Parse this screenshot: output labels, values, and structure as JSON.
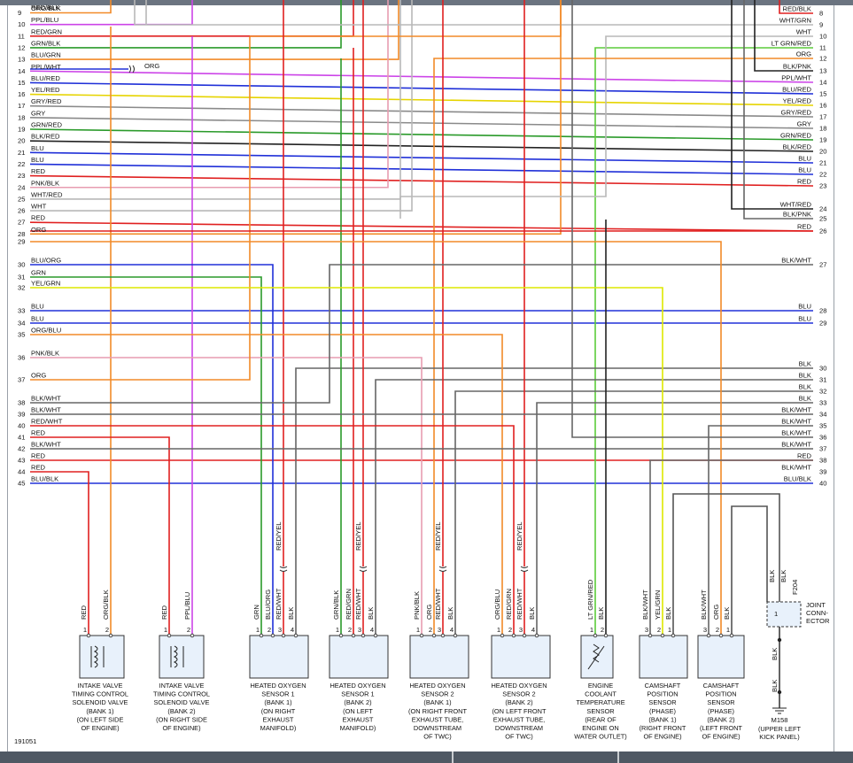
{
  "diagram_id": "191051",
  "left_pins": [
    {
      "pin": "9",
      "label": "ORG/BLK",
      "color": "#f28a28"
    },
    {
      "pin": "10",
      "label": "PPL/BLU",
      "color": "#cc44e8"
    },
    {
      "pin": "11",
      "label": "RED/GRN",
      "color": "#e02020"
    },
    {
      "pin": "12",
      "label": "GRN/BLK",
      "color": "#2a9a2a"
    },
    {
      "pin": "13",
      "label": "BLU/GRN",
      "color": "#2030d8"
    },
    {
      "pin": "14",
      "label": "PPL/WHT",
      "color": "#cc44e8"
    },
    {
      "pin": "15",
      "label": "BLU/RED",
      "color": "#2030d8"
    },
    {
      "pin": "16",
      "label": "YEL/RED",
      "color": "#e6d400"
    },
    {
      "pin": "17",
      "label": "GRY/RED",
      "color": "#8a8a8a"
    },
    {
      "pin": "18",
      "label": "GRY",
      "color": "#8a8a8a"
    },
    {
      "pin": "19",
      "label": "GRN/RED",
      "color": "#2a9a2a"
    },
    {
      "pin": "20",
      "label": "BLK/RED",
      "color": "#222222"
    },
    {
      "pin": "21",
      "label": "BLU",
      "color": "#2030d8"
    },
    {
      "pin": "22",
      "label": "BLU",
      "color": "#2030d8"
    },
    {
      "pin": "23",
      "label": "RED",
      "color": "#e02020"
    },
    {
      "pin": "24",
      "label": "PNK/BLK",
      "color": "#e79cb0"
    },
    {
      "pin": "25",
      "label": "WHT/RED",
      "color": "#b8b8b8"
    },
    {
      "pin": "26",
      "label": "WHT",
      "color": "#b8b8b8"
    },
    {
      "pin": "27",
      "label": "RED",
      "color": "#e02020"
    },
    {
      "pin": "28",
      "label": "ORG",
      "color": "#f28a28"
    },
    {
      "pin": "29",
      "label": "",
      "color": ""
    },
    {
      "pin": "30",
      "label": "BLU/ORG",
      "color": "#2030d8"
    },
    {
      "pin": "31",
      "label": "GRN",
      "color": "#2a9a2a"
    },
    {
      "pin": "32",
      "label": "YEL/GRN",
      "color": "#dde800"
    },
    {
      "pin": "33",
      "label": "BLU",
      "color": "#2030d8"
    },
    {
      "pin": "34",
      "label": "BLU",
      "color": "#2030d8"
    },
    {
      "pin": "35",
      "label": "ORG/BLU",
      "color": "#f28a28"
    },
    {
      "pin": "36",
      "label": "PNK/BLK",
      "color": "#e79cb0"
    },
    {
      "pin": "37",
      "label": "ORG",
      "color": "#f28a28"
    },
    {
      "pin": "38",
      "label": "BLK/WHT",
      "color": "#666666"
    },
    {
      "pin": "39",
      "label": "BLK/WHT",
      "color": "#666666"
    },
    {
      "pin": "40",
      "label": "RED/WHT",
      "color": "#e02020"
    },
    {
      "pin": "41",
      "label": "RED",
      "color": "#e02020"
    },
    {
      "pin": "42",
      "label": "BLK/WHT",
      "color": "#666666"
    },
    {
      "pin": "43",
      "label": "RED",
      "color": "#e02020"
    },
    {
      "pin": "44",
      "label": "RED",
      "color": "#e02020"
    },
    {
      "pin": "45",
      "label": "BLU/BLK",
      "color": "#2030d8"
    }
  ],
  "top_partial_left": {
    "label": "RED/BLK"
  },
  "right_pins": [
    {
      "pin": "8",
      "label": "RED/BLK",
      "color": "#e02020"
    },
    {
      "pin": "9",
      "label": "WHT/GRN",
      "color": "#b8b8b8"
    },
    {
      "pin": "10",
      "label": "WHT",
      "color": "#b8b8b8"
    },
    {
      "pin": "11",
      "label": "LT GRN/RED",
      "color": "#5ccc3a"
    },
    {
      "pin": "12",
      "label": "ORG",
      "color": "#f28a28"
    },
    {
      "pin": "13",
      "label": "BLK/PNK",
      "color": "#222222"
    },
    {
      "pin": "14",
      "label": "PPL/WHT",
      "color": "#cc44e8"
    },
    {
      "pin": "15",
      "label": "BLU/RED",
      "color": "#2030d8"
    },
    {
      "pin": "16",
      "label": "YEL/RED",
      "color": "#e6d400"
    },
    {
      "pin": "17",
      "label": "GRY/RED",
      "color": "#8a8a8a"
    },
    {
      "pin": "18",
      "label": "GRY",
      "color": "#8a8a8a"
    },
    {
      "pin": "19",
      "label": "GRN/RED",
      "color": "#2a9a2a"
    },
    {
      "pin": "20",
      "label": "BLK/RED",
      "color": "#222222"
    },
    {
      "pin": "21",
      "label": "BLU",
      "color": "#2030d8"
    },
    {
      "pin": "22",
      "label": "BLU",
      "color": "#2030d8"
    },
    {
      "pin": "23",
      "label": "RED",
      "color": "#e02020"
    },
    {
      "pin": "24",
      "label": "WHT/RED",
      "color": "#b8b8b8"
    },
    {
      "pin": "25",
      "label": "BLK/PNK",
      "color": "#222222"
    },
    {
      "pin": "26",
      "label": "RED",
      "color": "#e02020"
    },
    {
      "pin": "27",
      "label": "BLK/WHT",
      "color": "#666666"
    },
    {
      "pin": "28",
      "label": "BLU",
      "color": "#2030d8"
    },
    {
      "pin": "29",
      "label": "BLU",
      "color": "#2030d8"
    },
    {
      "pin": "30",
      "label": "BLK",
      "color": "#222222"
    },
    {
      "pin": "31",
      "label": "BLK",
      "color": "#222222"
    },
    {
      "pin": "32",
      "label": "BLK",
      "color": "#222222"
    },
    {
      "pin": "33",
      "label": "BLK",
      "color": "#222222"
    },
    {
      "pin": "34",
      "label": "BLK/WHT",
      "color": "#666666"
    },
    {
      "pin": "35",
      "label": "BLK/WHT",
      "color": "#666666"
    },
    {
      "pin": "36",
      "label": "BLK/WHT",
      "color": "#666666"
    },
    {
      "pin": "37",
      "label": "BLK/WHT",
      "color": "#666666"
    },
    {
      "pin": "38",
      "label": "RED",
      "color": "#e02020"
    },
    {
      "pin": "39",
      "label": "BLK/WHT",
      "color": "#666666"
    },
    {
      "pin": "40",
      "label": "BLU/BLK",
      "color": "#2030d8"
    }
  ],
  "inline_connector_label": "ORG",
  "components": [
    {
      "id": "intake-bank1",
      "caption": [
        "INTAKE VALVE",
        "TIMING CONTROL",
        "SOLENOID VALVE",
        "(BANK 1)",
        "(ON LEFT SIDE",
        "OF ENGINE)"
      ],
      "pins": [
        {
          "n": "1",
          "wire": "RED"
        },
        {
          "n": "2",
          "wire": "ORG/BLK"
        }
      ]
    },
    {
      "id": "intake-bank2",
      "caption": [
        "INTAKE VALVE",
        "TIMING CONTROL",
        "SOLENOID VALVE",
        "(BANK 2)",
        "(ON RIGHT SIDE",
        "OF ENGINE)"
      ],
      "pins": [
        {
          "n": "1",
          "wire": "RED"
        },
        {
          "n": "2",
          "wire": "PPL/BLU"
        }
      ]
    },
    {
      "id": "o2-b1s1",
      "caption": [
        "HEATED OXYGEN",
        "SENSOR 1",
        "(BANK 1)",
        "(ON RIGHT",
        "EXHAUST",
        "MANIFOLD)"
      ],
      "pins": [
        {
          "n": "1",
          "wire": "GRN"
        },
        {
          "n": "2",
          "wire": "BLU/ORG"
        },
        {
          "n": "3",
          "wire": "RED/WHT"
        },
        {
          "n": "4",
          "wire": "BLK"
        }
      ],
      "upper": "RED/YEL"
    },
    {
      "id": "o2-b2s1",
      "caption": [
        "HEATED OXYGEN",
        "SENSOR 1",
        "(BANK 2)",
        "(ON LEFT",
        "EXHAUST",
        "MANIFOLD)"
      ],
      "pins": [
        {
          "n": "1",
          "wire": "GRN/BLK"
        },
        {
          "n": "2",
          "wire": "RED/GRN"
        },
        {
          "n": "3",
          "wire": "RED/WHT"
        },
        {
          "n": "4",
          "wire": "BLK"
        }
      ],
      "upper": "RED/YEL"
    },
    {
      "id": "o2-b1s2",
      "caption": [
        "HEATED OXYGEN",
        "SENSOR 2",
        "(BANK 1)",
        "(ON RIGHT FRONT",
        "EXHAUST TUBE,",
        "DOWNSTREAM",
        "OF TWC)"
      ],
      "pins": [
        {
          "n": "1",
          "wire": "PNK/BLK"
        },
        {
          "n": "2",
          "wire": "ORG"
        },
        {
          "n": "3",
          "wire": "RED/WHT"
        },
        {
          "n": "4",
          "wire": "BLK"
        }
      ],
      "upper": "RED/YEL"
    },
    {
      "id": "o2-b2s2",
      "caption": [
        "HEATED OXYGEN",
        "SENSOR 2",
        "(BANK 2)",
        "(ON LEFT FRONT",
        "EXHAUST TUBE,",
        "DOWNSTREAM",
        "OF TWC)"
      ],
      "pins": [
        {
          "n": "1",
          "wire": "ORG/BLU"
        },
        {
          "n": "2",
          "wire": "RED/GRN"
        },
        {
          "n": "3",
          "wire": "RED/WHT"
        },
        {
          "n": "4",
          "wire": "BLK"
        }
      ],
      "upper": "RED/YEL"
    },
    {
      "id": "ect",
      "caption": [
        "ENGINE",
        "COOLANT",
        "TEMPERATURE",
        "SENSOR",
        "(REAR OF",
        "ENGINE ON",
        "WATER OUTLET)"
      ],
      "pins": [
        {
          "n": "1",
          "wire": "LT GRN/RED"
        },
        {
          "n": "2",
          "wire": "BLK"
        }
      ]
    },
    {
      "id": "cmp-b1",
      "caption": [
        "CAMSHAFT",
        "POSITION",
        "SENSOR",
        "(PHASE)",
        "(BANK 1)",
        "(RIGHT FRONT",
        "OF ENGINE)"
      ],
      "pins": [
        {
          "n": "3",
          "wire": "BLK/WHT"
        },
        {
          "n": "2",
          "wire": "YEL/GRN"
        },
        {
          "n": "1",
          "wire": "BLK"
        }
      ]
    },
    {
      "id": "cmp-b2",
      "caption": [
        "CAMSHAFT",
        "POSITION",
        "SENSOR",
        "(PHASE)",
        "(BANK 2)",
        "(LEFT FRONT",
        "OF ENGINE)"
      ],
      "pins": [
        {
          "n": "3",
          "wire": "BLK/WHT"
        },
        {
          "n": "2",
          "wire": "ORG"
        },
        {
          "n": "1",
          "wire": "BLK"
        }
      ]
    }
  ],
  "joint_connector": {
    "name": "F204",
    "caption": [
      "JOINT",
      "CONN-",
      "ECTOR"
    ],
    "wires": [
      "BLK",
      "BLK"
    ],
    "pin": "1"
  },
  "ground": {
    "name": "M158",
    "caption": [
      "(UPPER LEFT",
      "KICK PANEL)"
    ],
    "wires": [
      "BLK",
      "BLK"
    ]
  }
}
